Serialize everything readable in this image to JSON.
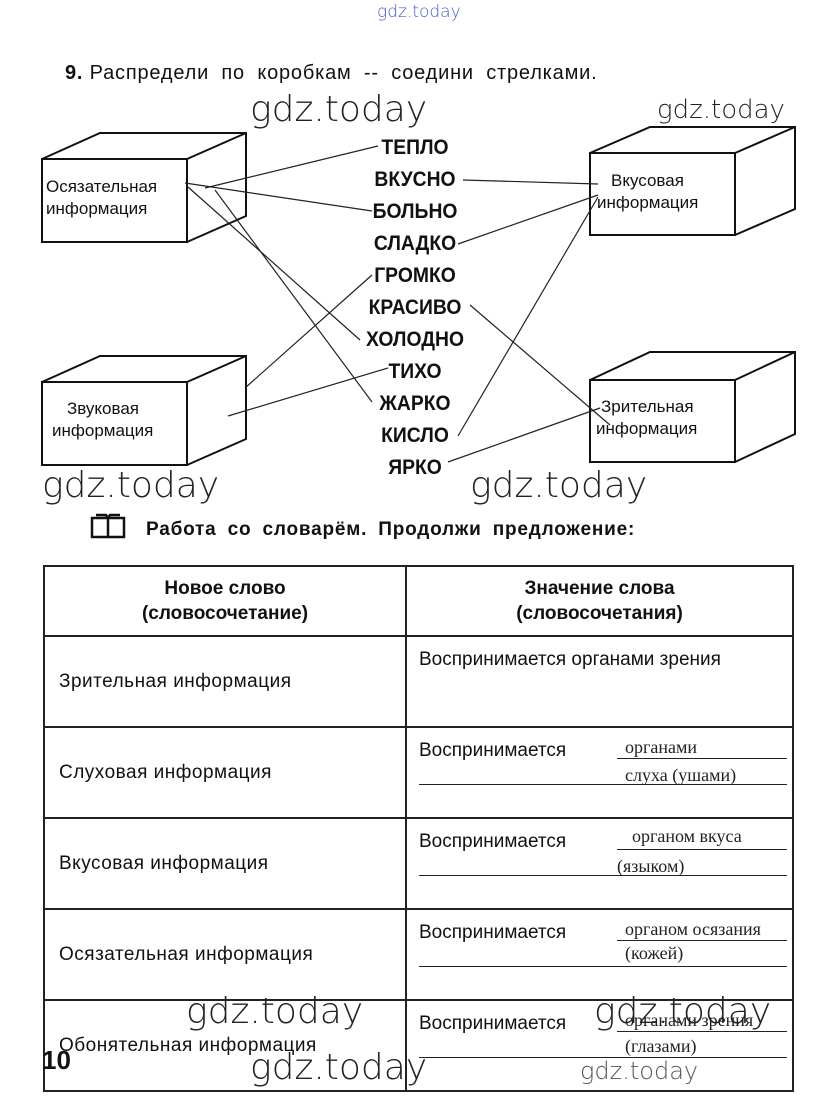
{
  "watermarks": [
    "gdz.today",
    "gdz.today",
    "gdz.today",
    "gdz.today",
    "gdz.today",
    "gdz.today",
    "gdz.today",
    "gdz.today",
    "gdz.today"
  ],
  "task": {
    "number": "9.",
    "text": "Распредели по коробкам -- соедини стрелками."
  },
  "boxes": {
    "tactile": [
      "Осязательная",
      "информация"
    ],
    "taste": [
      "Вкусовая",
      "информация"
    ],
    "sound": [
      "Звуковая",
      "информация"
    ],
    "visual": [
      "Зрительная",
      "информация"
    ]
  },
  "words": [
    "ТЕПЛО",
    "ВКУСНО",
    "БОЛЬНО",
    "СЛАДКО",
    "ГРОМКО",
    "КРАСИВО",
    "ХОЛОДНО",
    "ТИХО",
    "ЖАРКО",
    "КИСЛО",
    "ЯРКО"
  ],
  "dictionary": {
    "title": "Работа со словарём. Продолжи предложение:",
    "icon": "book-icon"
  },
  "table": {
    "headers": [
      "Новое слово\n(словосочетание)",
      "Значение слова\n(словосочетания)"
    ],
    "rows": [
      {
        "term": "Зрительная информация",
        "meaning": "Воспринимается органами зрения",
        "answer": []
      },
      {
        "term": "Слуховая информация",
        "meaning": "Воспринимается",
        "answer": [
          "органами",
          "слуха (ушами)"
        ]
      },
      {
        "term": "Вкусовая информация",
        "meaning": "Воспринимается",
        "answer": [
          "органом вкуса",
          "(языком)"
        ]
      },
      {
        "term": "Осязательная информация",
        "meaning": "Воспринимается",
        "answer": [
          "органом осязания",
          "(кожей)"
        ]
      },
      {
        "term": "Обонятельная информация",
        "meaning": "Воспринимается",
        "answer": [
          "органами зрения",
          "(глазами)"
        ]
      }
    ]
  },
  "page_number": "10"
}
